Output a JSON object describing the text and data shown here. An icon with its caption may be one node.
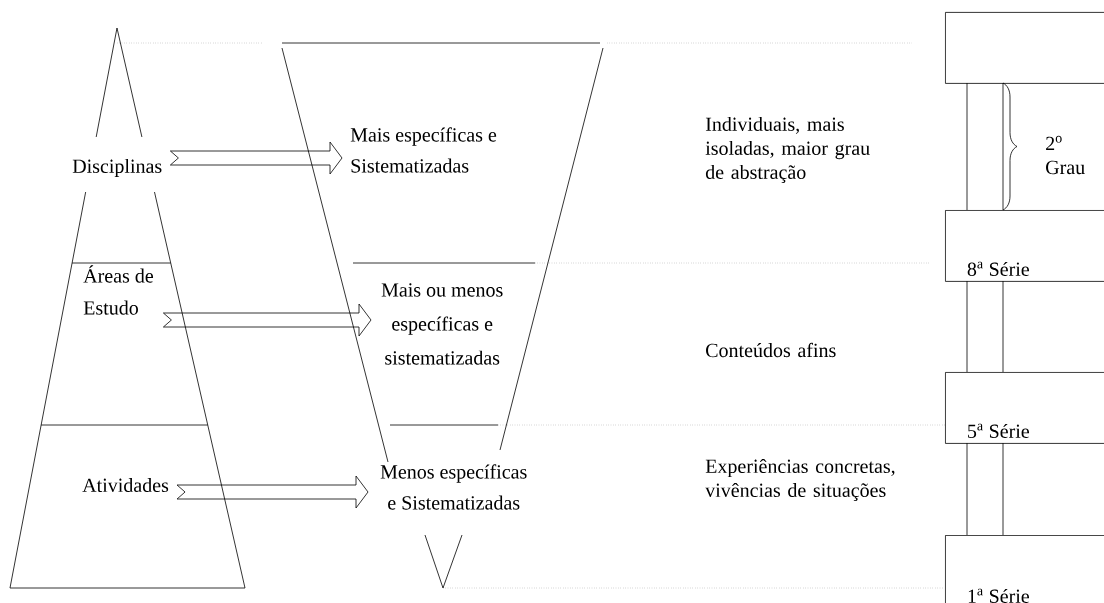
{
  "diagram": {
    "nodes": [
      {
        "text": [
          "Disciplinas"
        ]
      },
      {
        "text": [
          "Áreas de Estudo"
        ]
      },
      {
        "text": [
          "Atividades"
        ]
      },
      {
        "text": [
          "Mais específicas e Sistematizadas"
        ]
      },
      {
        "text": [
          "Mais ou menos específicas e sistematizadas"
        ]
      },
      {
        "text": [
          "Menos específicas e Sistematizadas"
        ]
      },
      {
        "text": [],
        "shape": "box"
      },
      {
        "text": [
          "8$^{a}$ Série"
        ]
      },
      {
        "text": [
          "5$^{a}$ Série"
        ]
      },
      {
        "text": [
          "1$^{a}$ Série"
        ]
      }
    ],
    "edges": [
      {
        "from": 0,
        "to": 3,
        "arrow": "to"
      },
      {
        "from": 1,
        "to": 4,
        "arrow": "to"
      },
      {
        "from": 2,
        "to": 5,
        "arrow": "to"
      }
    ],
    "labels": [
      "Individuais, mais isoladas, maior grau de abstração",
      "Conteúdos afins",
      "Experiências concretas, vivências de situações",
      "2$^{o}$ Grau"
    ]
  }
}
